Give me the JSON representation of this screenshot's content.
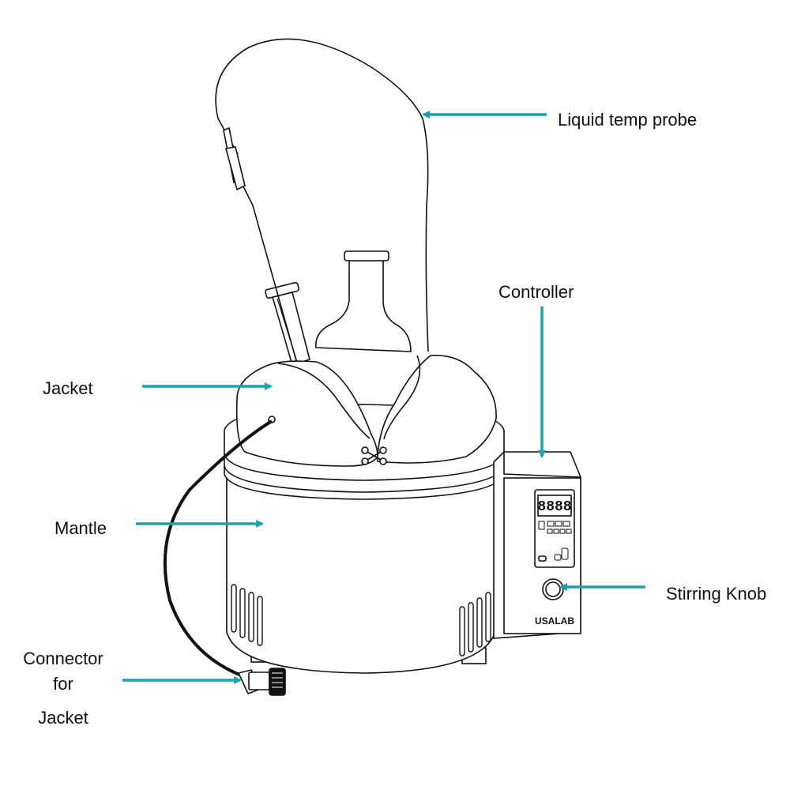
{
  "labels": {
    "liquid_temp_probe": "Liquid temp probe",
    "controller": "Controller",
    "jacket": "Jacket",
    "mantle": "Mantle",
    "stirring_knob": "Stirring Knob",
    "connector_line1": "Connector",
    "connector_line2": "for",
    "connector_line3": "Jacket"
  },
  "device": {
    "display": "8888",
    "brand": "USALAB"
  },
  "colors": {
    "arrow": "#1aa3ad",
    "outline": "#111111",
    "background": "#ffffff"
  }
}
